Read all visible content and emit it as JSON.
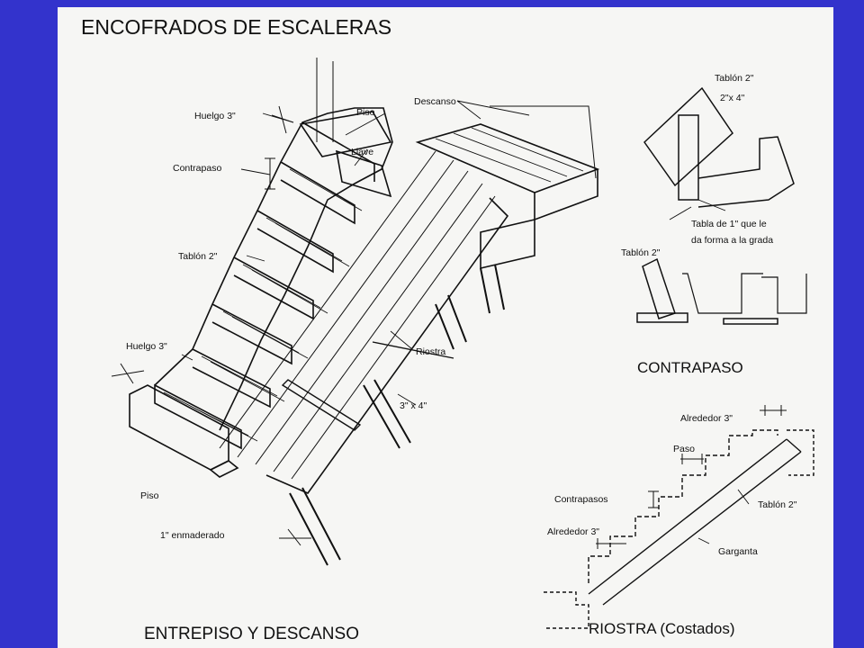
{
  "colors": {
    "frame": "#3333cc",
    "paper": "#f6f6f4",
    "ink": "#111111"
  },
  "title": "ENCOFRADOS DE ESCALERAS",
  "main_figure": {
    "caption": "ENTREPISO Y DESCANSO",
    "labels": {
      "huelgo_top": "Huelgo 3\"",
      "piso_top": "Piso",
      "llave": "Llave",
      "descanso": "Descanso",
      "contrapaso": "Contrapaso",
      "tablon": "Tablón 2\"",
      "huelgo_bottom": "Huelgo 3\"",
      "riostra": "Riostra",
      "size": "3\" x 4\"",
      "piso_bottom": "Piso",
      "enmaderado": "1\" enmaderado"
    }
  },
  "contrapaso_figure": {
    "caption": "CONTRAPASO",
    "labels": {
      "tablon_top": "Tablón 2\"",
      "size": "2\"x 4\"",
      "tabla_line1": "Tabla de 1\" que le",
      "tabla_line2": "da forma a la grada",
      "tablon_left": "Tablón 2\""
    }
  },
  "riostra_figure": {
    "caption": "RIOSTRA (Costados)",
    "labels": {
      "alrededor_top": "Alrededor 3\"",
      "paso": "Paso",
      "contrapasos": "Contrapasos",
      "tablon": "Tablón 2\"",
      "alrededor_left": "Alrededor 3\"",
      "garganta": "Garganta"
    }
  }
}
